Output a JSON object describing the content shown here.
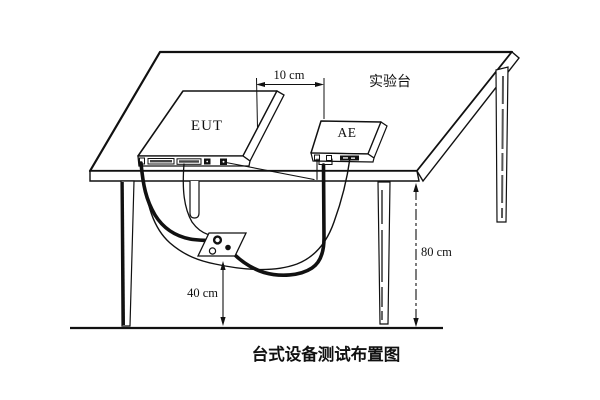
{
  "diagram": {
    "caption": "台式设备测试布置图",
    "labels": {
      "bench": "实验台",
      "eut": "EUT",
      "ae": "AE"
    },
    "dimensions": {
      "eut_ae_gap": "10 cm",
      "table_height": "80 cm",
      "cable_loop_height": "40 cm"
    },
    "colors": {
      "ink": "#111111",
      "background": "#ffffff",
      "leg_shade": "#555555"
    }
  }
}
